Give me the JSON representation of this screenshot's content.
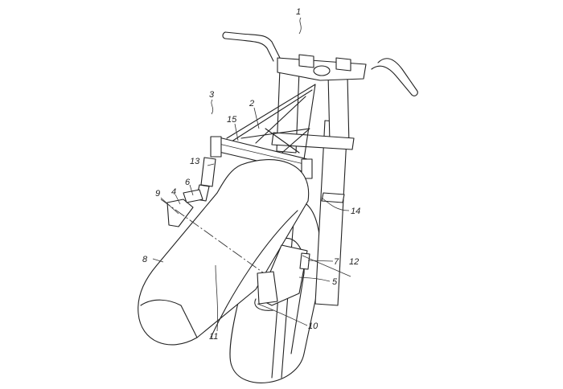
{
  "figure": {
    "title": "Motorcycle front assembly patent drawing",
    "labels": {
      "l1": "1",
      "l2": "2",
      "l3": "3",
      "l4": "4",
      "l5": "5",
      "l6": "6",
      "l7": "7",
      "l8": "8",
      "l9": "9",
      "l10": "10",
      "l11": "11",
      "l12": "12",
      "l13": "13",
      "l14": "14",
      "l15": "15"
    }
  }
}
